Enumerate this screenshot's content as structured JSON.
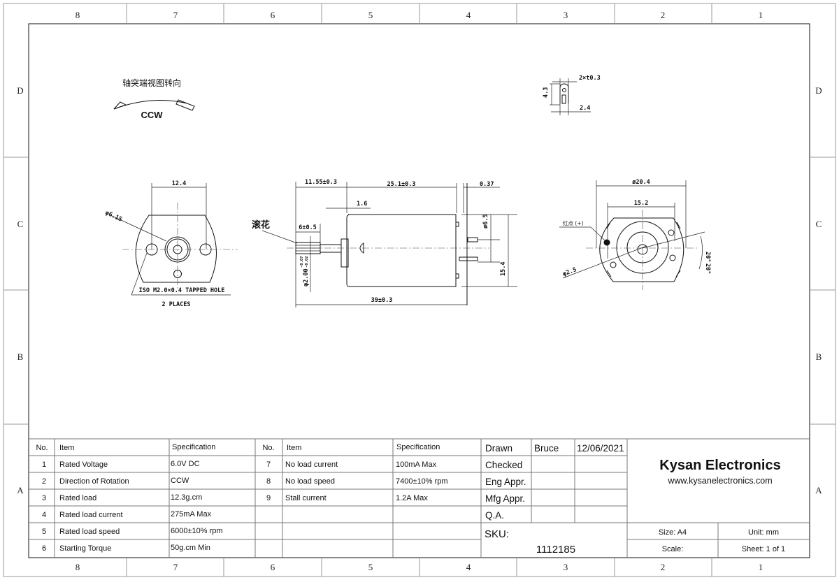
{
  "rulers": {
    "columns": [
      "8",
      "7",
      "6",
      "5",
      "4",
      "3",
      "2",
      "1"
    ],
    "rows": [
      "D",
      "C",
      "B",
      "A"
    ]
  },
  "drawing": {
    "rotation_note": "轴突端视图转向",
    "rotation_label": "CCW",
    "terminal": {
      "thickness": "2×t0.3",
      "height": "4.3",
      "width": "2.4"
    },
    "front_view": {
      "hole_spacing": "12.4",
      "boss_dia": "φ6.15",
      "tapped_hole": "ISO M2.0×0.4 TAPPED HOLE",
      "places": "2 PLACES"
    },
    "side_view": {
      "shaft_ext": "11.55±0.3",
      "body_len": "25.1±0.3",
      "term_thk": "0.37",
      "flange": "1.6",
      "knurl_label": "滚花",
      "knurl_len": "6±0.5",
      "shaft_dia": "φ2.00",
      "shaft_tol_upper": "-0.07",
      "shaft_tol_lower": "-0.02",
      "term_gap": "ø6.5",
      "height": "15.4",
      "total_len": "39±0.3"
    },
    "rear_view": {
      "outer_dia": "ø20.4",
      "term_spacing": "15.2",
      "red_dot": "红点 (+)",
      "hole_dia": "φ2.5",
      "angle1": "20°",
      "angle2": "20°"
    }
  },
  "spec_table": {
    "headers": {
      "no": "No.",
      "item": "Item",
      "spec": "Specification"
    },
    "left": [
      {
        "no": "1",
        "item": "Rated Voltage",
        "spec": "6.0V DC"
      },
      {
        "no": "2",
        "item": "Direction of Rotation",
        "spec": "CCW"
      },
      {
        "no": "3",
        "item": "Rated load",
        "spec": "12.3g.cm"
      },
      {
        "no": "4",
        "item": "Rated load current",
        "spec": "275mA Max"
      },
      {
        "no": "5",
        "item": "Rated load speed",
        "spec": "6000±10% rpm"
      },
      {
        "no": "6",
        "item": "Starting Torque",
        "spec": "50g.cm Min"
      }
    ],
    "right": [
      {
        "no": "7",
        "item": "No load current",
        "spec": "100mA Max"
      },
      {
        "no": "8",
        "item": "No load  speed",
        "spec": "7400±10% rpm"
      },
      {
        "no": "9",
        "item": "Stall current",
        "spec": "1.2A Max"
      }
    ]
  },
  "title_block": {
    "approvals": [
      {
        "role": "Drawn",
        "name": "Bruce",
        "date": "12/06/2021"
      },
      {
        "role": "Checked",
        "name": "",
        "date": ""
      },
      {
        "role": "Eng Appr.",
        "name": "",
        "date": ""
      },
      {
        "role": "Mfg Appr.",
        "name": "",
        "date": ""
      },
      {
        "role": "Q.A.",
        "name": "",
        "date": ""
      }
    ],
    "company": "Kysan Electronics",
    "website": "www.kysanelectronics.com",
    "sku_label": "SKU:",
    "sku": "1112185",
    "size": "Size: A4",
    "unit": "Unit: mm",
    "scale": "Scale:",
    "sheet": "Sheet: 1 of 1"
  }
}
